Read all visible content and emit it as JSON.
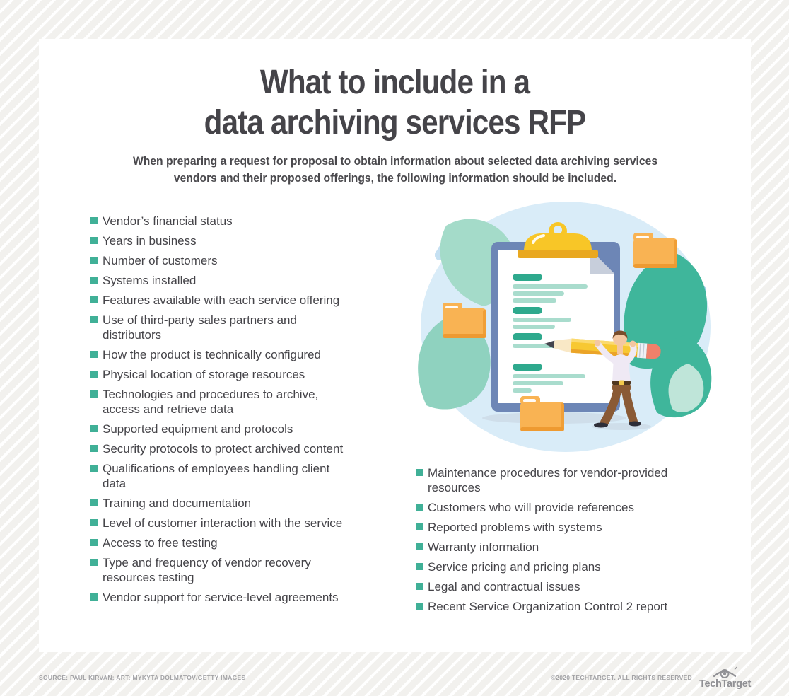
{
  "header": {
    "title_line1": "What to include in a",
    "title_line2": "data archiving services RFP",
    "subtitle": "When preparing a request for proposal to obtain information about selected data archiving services\nvendors and their proposed offerings, the following information should be included."
  },
  "lists": {
    "left": [
      "Vendor’s financial status",
      "Years in business",
      "Number of customers",
      "Systems installed",
      "Features available with each service offering",
      "Use of third-party sales partners and\ndistributors",
      "How the product is technically configured",
      "Physical location of storage resources",
      "Technologies and procedures to archive,\naccess and retrieve data",
      "Supported equipment and protocols",
      "Security protocols to protect archived content",
      "Qualifications of employees handling client\ndata",
      "Training and documentation",
      "Level of customer interaction with the service",
      "Access to free testing",
      "Type and frequency of vendor recovery\nresources testing",
      "Vendor support for service-level agreements"
    ],
    "right": [
      "Maintenance procedures for vendor-provided\nresources",
      "Customers who will provide references",
      "Reported problems with systems",
      "Warranty information",
      "Service pricing and pricing plans",
      "Legal and contractual issues",
      "Recent Service Organization Control 2 report"
    ]
  },
  "illustration": {
    "name": "clipboard checklist illustration",
    "elements": [
      "background-circle",
      "clouds",
      "leaves",
      "clipboard",
      "checklist-paper",
      "folded-corner",
      "yellow-clip",
      "folders",
      "giant-pencil",
      "person-carrying-pencil"
    ],
    "colors": {
      "circle_bg": "#d9ecf8",
      "cloud_light": "#c5e0f2",
      "cloud_blue": "#a6d2ec",
      "leaf_dark": "#3fb69b",
      "leaf_light": "#9ad5c3",
      "clipboard": "#6d86b6",
      "clip_yellow": "#f8c627",
      "line_dark": "#2ea98d",
      "line_light": "#a9dccd",
      "folder_orange": "#f9b353",
      "pencil_yellow": "#f7c832",
      "eraser_pink": "#f0806a"
    }
  },
  "footer": {
    "source": "SOURCE: PAUL KIRVAN; ART: MYKYTA DOLMATOV/GETTY IMAGES",
    "copyright": "©2020 TECHTARGET. ALL RIGHTS RESERVED",
    "brand": "TechTarget"
  },
  "colors": {
    "accent_bullet": "#40b097",
    "text": "#454449",
    "page_background": "#f2f1ee",
    "card_background": "#ffffff",
    "footer_text": "#a3a3a6"
  }
}
